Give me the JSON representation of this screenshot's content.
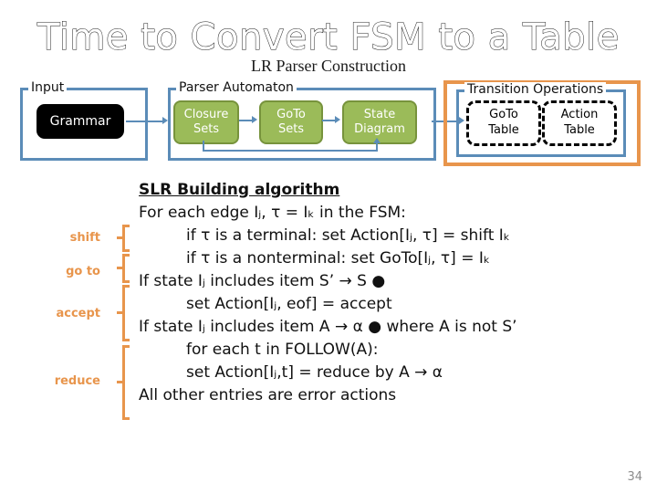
{
  "slide": {
    "title": "Time to Convert FSM to a Table",
    "subtitle": "LR Parser Construction",
    "page_number": "34"
  },
  "colors": {
    "blue": "#5b8cb8",
    "orange": "#e8954c",
    "green_fill": "#9bbb59",
    "green_border": "#77933c",
    "black": "#000000",
    "white": "#ffffff",
    "page_number_gray": "#8c8c8c"
  },
  "diagram": {
    "groups": [
      {
        "label": "Input"
      },
      {
        "label": "Parser Automaton"
      },
      {
        "label": "Transition Operations"
      }
    ],
    "input_box": {
      "label": "Grammar"
    },
    "automaton_boxes": [
      {
        "line1": "Closure",
        "line2": "Sets"
      },
      {
        "line1": "GoTo",
        "line2": "Sets"
      },
      {
        "line1": "State",
        "line2": "Diagram"
      }
    ],
    "table_boxes": [
      {
        "line1": "GoTo",
        "line2": "Table"
      },
      {
        "line1": "Action",
        "line2": "Table"
      }
    ]
  },
  "algorithm": {
    "heading": "SLR Building algorithm",
    "lines": [
      {
        "indent": 0,
        "text": "For each edge Iⱼ, τ = Iₖ in the FSM:"
      },
      {
        "indent": 1,
        "text": "if τ is a terminal: set Action[Iⱼ, τ] = shift Iₖ"
      },
      {
        "indent": 1,
        "text": "if τ is a nonterminal: set GoTo[Iⱼ, τ] = Iₖ"
      },
      {
        "indent": 0,
        "text": "If state Iⱼ includes item S’ → S ●"
      },
      {
        "indent": 1,
        "text": "set Action[Iⱼ, eof] = accept"
      },
      {
        "indent": 0,
        "text": "If state Iⱼ includes item A → α ●  where A is not S’"
      },
      {
        "indent": 1,
        "text": "for each t in FOLLOW(A):"
      },
      {
        "indent": 1,
        "text": "set Action[Iⱼ,t] = reduce by A → α"
      },
      {
        "indent": 0,
        "text": "All other entries are error actions"
      }
    ]
  },
  "annotations": [
    {
      "label": "shift"
    },
    {
      "label": "go to"
    },
    {
      "label": "accept"
    },
    {
      "label": "reduce"
    }
  ]
}
